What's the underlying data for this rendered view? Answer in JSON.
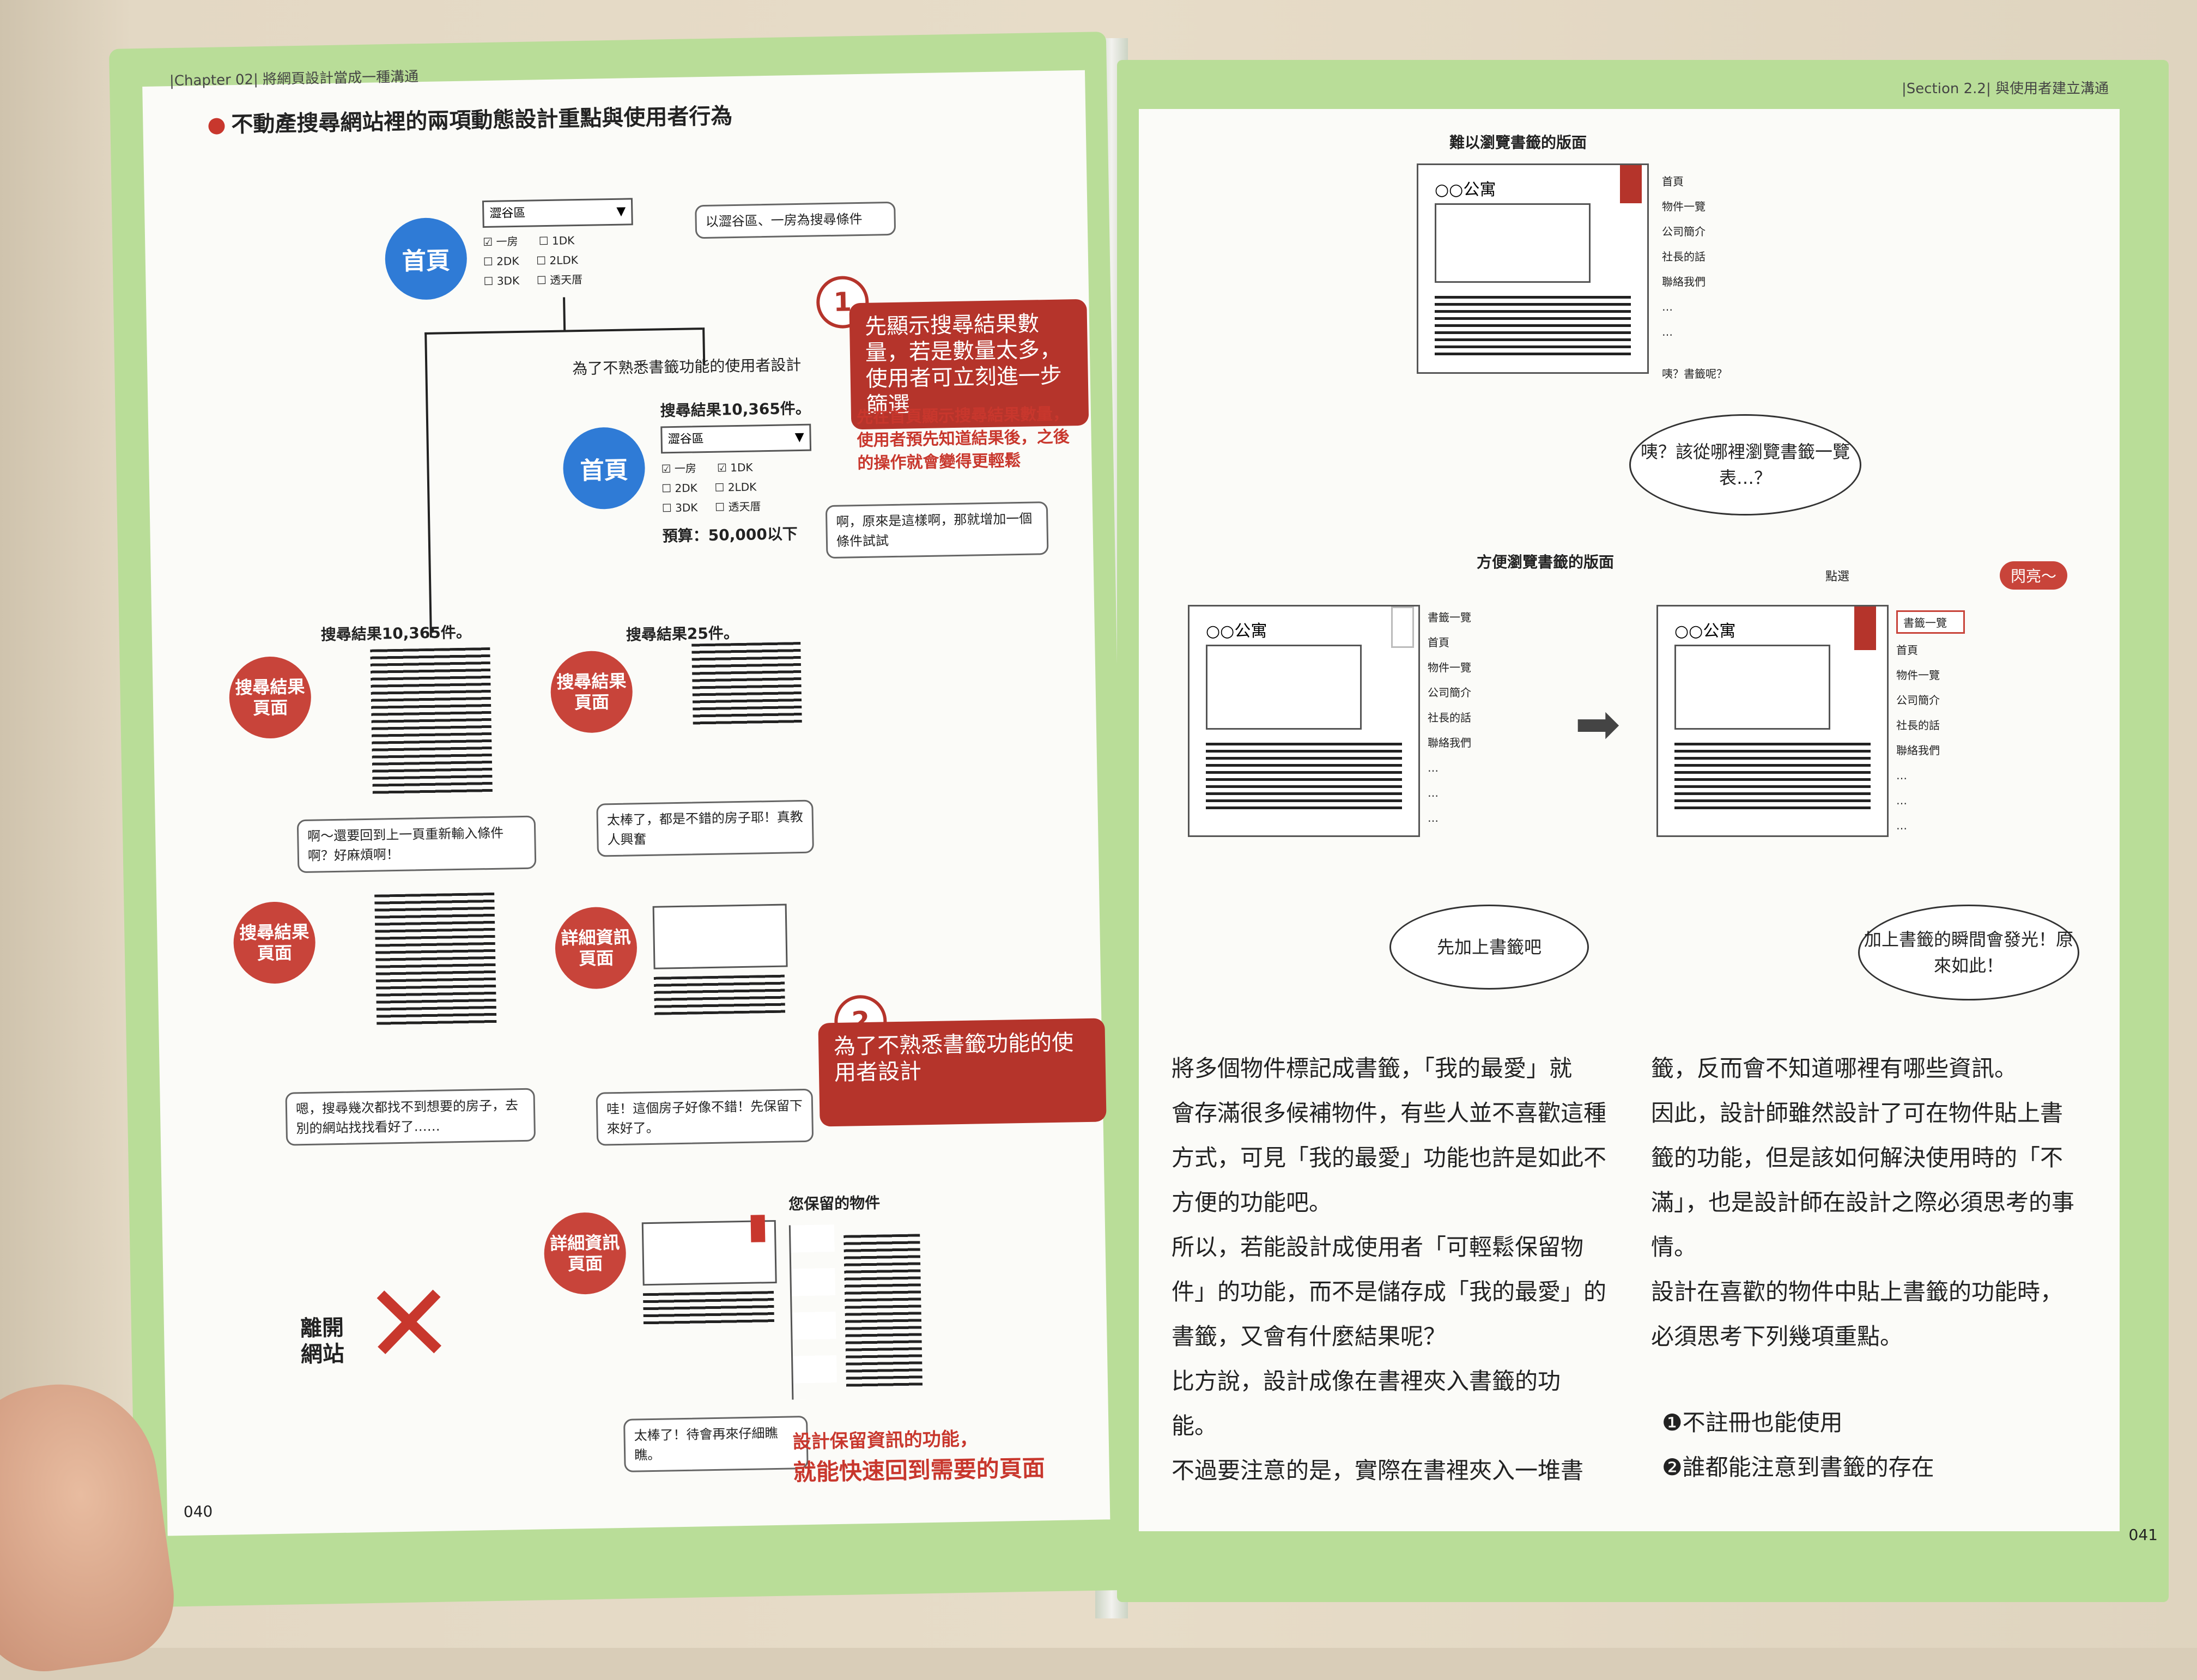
{
  "left_page": {
    "chapter_header": "|Chapter 02| 將網頁設計當成一種溝通",
    "figure_title": "不動產搜尋網站裡的兩項動態設計重點與使用者行為",
    "home_label": "首頁",
    "select_value": "澀谷區",
    "checkbox_options": [
      "一房",
      "1DK",
      "2DK",
      "2LDK",
      "3DK",
      "透天厝"
    ],
    "bubble_search_condition": "以澀谷區、一房為搜尋條件",
    "callout1_number": "1",
    "callout1_text": "先顯示搜尋結果數量，若是數量太多，使用者可立刻進一步篩選",
    "unfamiliar_design_label": "為了不熟悉書籤功能的使用者設計",
    "search_results_count_top": "搜尋結果10,365件。",
    "red_explanation": "先在首頁顯示搜尋結果數量，使用者預先知道結果後，之後的操作就會變得更輕鬆",
    "budget": "預算：50,000以下",
    "bubble_add_condition": "啊，原來是這樣啊，那就增加一個條件試試",
    "search_results_count_left": "搜尋結果10,365件。",
    "search_results_count_25": "搜尋結果25件。",
    "search_result_page_label": "搜尋結果頁面",
    "bubble_reenter": "啊～還要回到上一頁重新輸入條件啊？好麻煩啊！",
    "bubble_nice_houses": "太棒了，都是不錯的房子耶！真教人興奮",
    "detail_page_label": "詳細資訊頁面",
    "bubble_gave_up": "嗯，搜尋幾次都找不到想要的房子，去別的網站找找看好了……",
    "bubble_keep": "哇！這個房子好像不錯！先保留下來好了。",
    "leave_site": "離開網站",
    "callout2_number": "2",
    "callout2_text": "為了不熟悉書籤功能的使用者設計",
    "saved_items_label": "您保留的物件",
    "bubble_check_later": "太棒了！待會再來仔細瞧瞧。",
    "bottom_red_text_1": "設計保留資訊的功能，",
    "bottom_red_text_2": "就能快速回到需要的頁面",
    "page_number": "040"
  },
  "right_page": {
    "section_header": "|Section 2.2| 與使用者建立溝通",
    "hard_title": "難以瀏覽書籤的版面",
    "easy_title": "方便瀏覽書籤的版面",
    "apartment": "○○公寓",
    "menu_items": [
      "首頁",
      "物件一覽",
      "公司簡介",
      "社長的話",
      "聯絡我們",
      "…",
      "…"
    ],
    "menu_items_easy": [
      "書籤一覽",
      "首頁",
      "物件一覽",
      "公司簡介",
      "社長的話",
      "聯絡我們",
      "…",
      "…",
      "…"
    ],
    "where_bookmark": "咦？書籤呢？",
    "bubble_where_list": "咦？該從哪裡瀏覽書籤一覽表…？",
    "click_label": "點選",
    "flash_label": "閃亮～",
    "bookmark_list_tag": "書籤一覽",
    "bubble_add_bookmark": "先加上書籤吧",
    "bubble_glow": "加上書籤的瞬間會發光！原來如此！",
    "body_col1": [
      "將多個物件標記成書籤，「我的最愛」就",
      "會存滿很多候補物件，有些人並不喜歡這種",
      "方式，可見「我的最愛」功能也許是如此不",
      "方便的功能吧。",
      "所以，若能設計成使用者「可輕鬆保留物",
      "件」的功能，而不是儲存成「我的最愛」的",
      "書籤，又會有什麼結果呢？",
      "比方說，設計成像在書裡夾入書籤的功",
      "能。",
      "不過要注意的是，實際在書裡夾入一堆書"
    ],
    "body_col2": [
      "籤，反而會不知道哪裡有哪些資訊。",
      "因此，設計師雖然設計了可在物件貼上書",
      "籤的功能，但是該如何解決使用時的「不",
      "滿」，也是設計師在設計之際必須思考的事",
      "情。",
      "設計在喜歡的物件中貼上書籤的功能時，",
      "必須思考下列幾項重點。"
    ],
    "point1": "❶不註冊也能使用",
    "point2": "❷誰都能注意到書籤的存在",
    "page_number": "041"
  }
}
